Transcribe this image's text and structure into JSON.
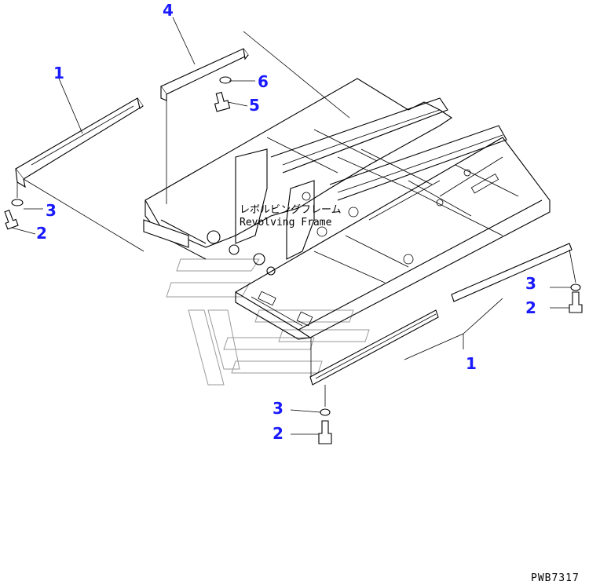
{
  "frame_label": {
    "jp": "レボルビングフレーム",
    "en": "Revolving Frame"
  },
  "callouts": [
    {
      "id": "c4",
      "text": "4"
    },
    {
      "id": "c6",
      "text": "6"
    },
    {
      "id": "c5",
      "text": "5"
    },
    {
      "id": "c1a",
      "text": "1"
    },
    {
      "id": "c3a",
      "text": "3"
    },
    {
      "id": "c2a",
      "text": "2"
    },
    {
      "id": "c3b",
      "text": "3"
    },
    {
      "id": "c2b",
      "text": "2"
    },
    {
      "id": "c1b",
      "text": "1"
    },
    {
      "id": "c3c",
      "text": "3"
    },
    {
      "id": "c2c",
      "text": "2"
    }
  ],
  "drawing_code": "PWB7317",
  "colors": {
    "callout": "#1a1aff",
    "line": "#000000",
    "watermark": "#9a9a9a"
  }
}
